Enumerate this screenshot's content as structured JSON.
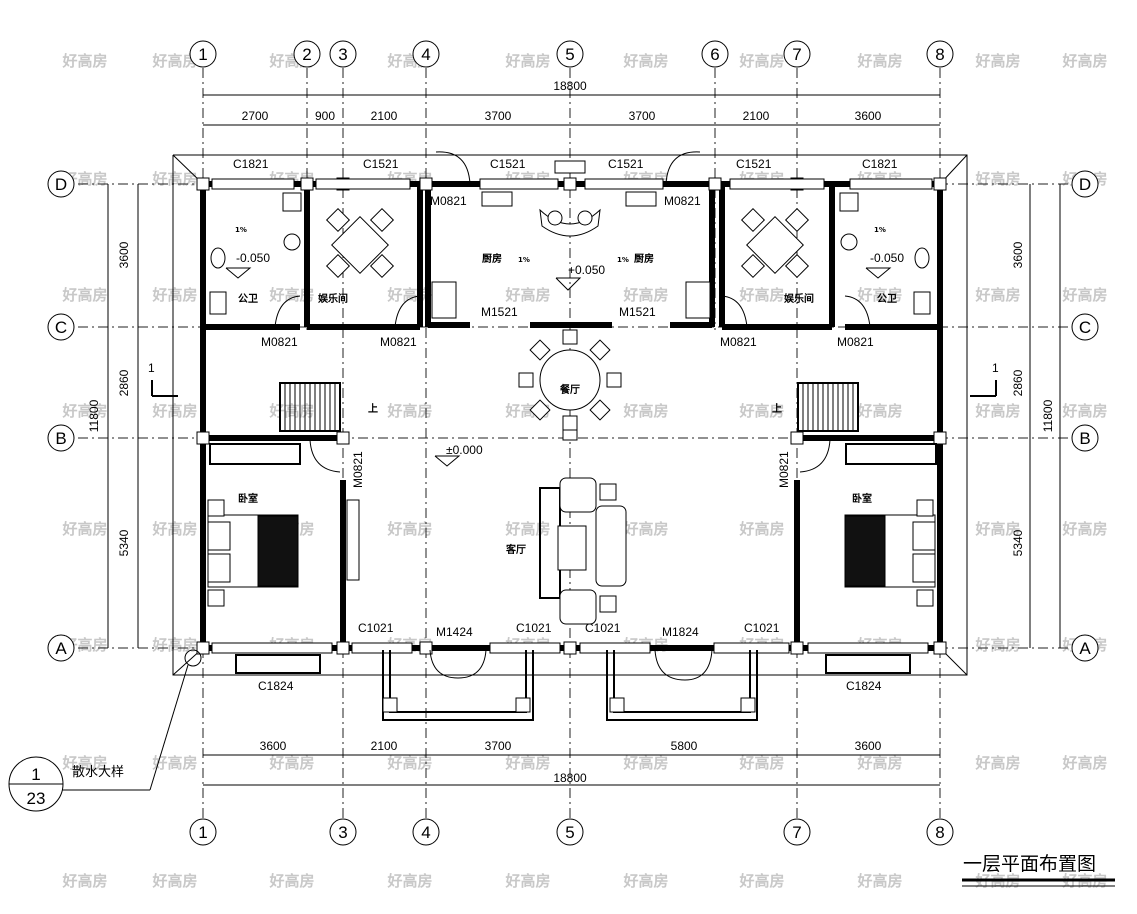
{
  "title": "一层平面布置图",
  "watermark": "好高房",
  "axes": {
    "top": [
      "1",
      "2",
      "3",
      "4",
      "5",
      "6",
      "7",
      "8"
    ],
    "bottom": [
      "1",
      "3",
      "4",
      "5",
      "7",
      "8"
    ],
    "rows": [
      "D",
      "C",
      "B",
      "A"
    ]
  },
  "dims": {
    "top_total": "18800",
    "top": [
      "2700",
      "900",
      "2100",
      "3700",
      "3700",
      "2100",
      "3600"
    ],
    "bottom_total": "18800",
    "bottom": [
      "3600",
      "2100",
      "3700",
      "5800",
      "3600"
    ],
    "side_total": "11800",
    "side": [
      "3600",
      "2860",
      "5340"
    ]
  },
  "rooms": {
    "bath_left": "公卫",
    "bath_right": "公卫",
    "ent_left": "娱乐间",
    "ent_right": "娱乐间",
    "kitchen_left": "厨房",
    "kitchen_right": "厨房",
    "dining": "餐厅",
    "living": "客厅",
    "bed_left": "卧室",
    "bed_right": "卧室"
  },
  "labels": {
    "c1821_l": "C1821",
    "c1521_a": "C1521",
    "c1521_b": "C1521",
    "c1521_c": "C1521",
    "c1521_d": "C1521",
    "c1821_r": "C1821",
    "m0821_k1": "M0821",
    "m0821_k2": "M0821",
    "m1521_a": "M1521",
    "m1521_b": "M1521",
    "m0821_c1": "M0821",
    "m0821_c2": "M0821",
    "m0821_c3": "M0821",
    "m0821_c4": "M0821",
    "m0821_v1": "M0821",
    "m0821_v2": "M0821",
    "c1021_a": "C1021",
    "c1021_b": "C1021",
    "c1021_c": "C1021",
    "c1021_d": "C1021",
    "m1424": "M1424",
    "m1824": "M1824",
    "c1824_l": "C1824",
    "c1824_r": "C1824",
    "lvl_k": "+0.050",
    "lvl_bl": "-0.050",
    "lvl_br": "-0.050",
    "lvl_main": "±0.000",
    "up_l": "上",
    "up_r": "上",
    "slope": "1%",
    "section": "1",
    "detail_num": "1",
    "detail_page": "23",
    "detail_text": "散水大样"
  }
}
